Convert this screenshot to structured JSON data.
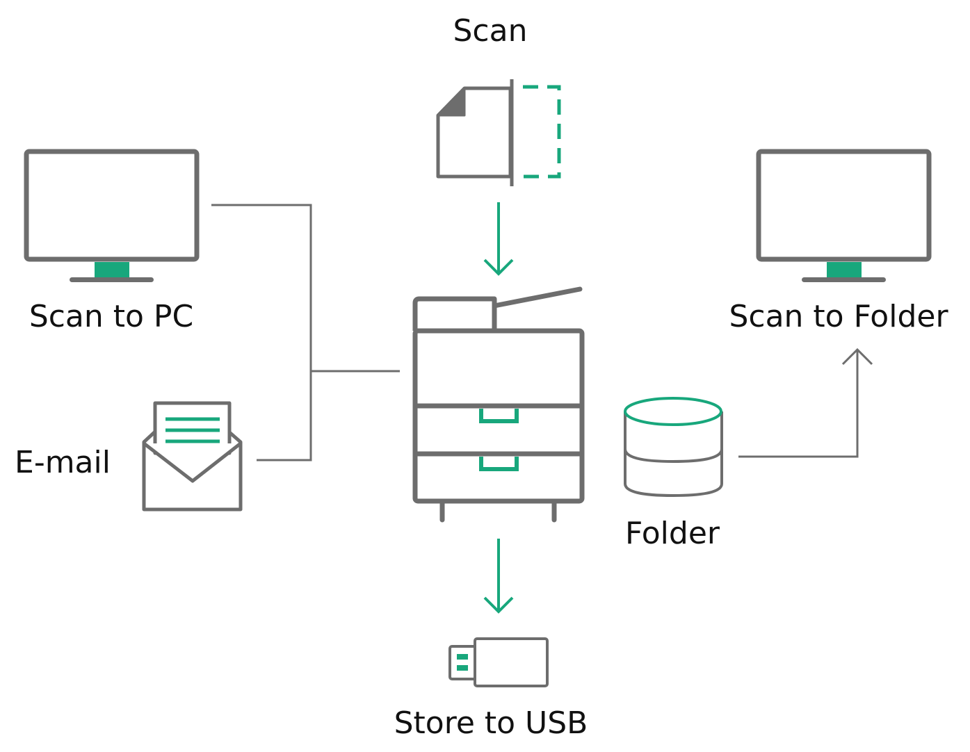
{
  "labels": {
    "scan": "Scan",
    "scan_to_pc": "Scan to PC",
    "email": "E-mail",
    "scan_to_folder": "Scan to Folder",
    "folder": "Folder",
    "store_to_usb": "Store to USB"
  },
  "colors": {
    "stroke": "#6d6d6d",
    "accent": "#18a77c",
    "text": "#111111"
  },
  "icons": {
    "document": "document-icon",
    "pc": "monitor-icon",
    "email": "envelope-icon",
    "mfp": "multifunction-printer-icon",
    "folder": "database-folder-icon",
    "usb": "usb-drive-icon"
  }
}
